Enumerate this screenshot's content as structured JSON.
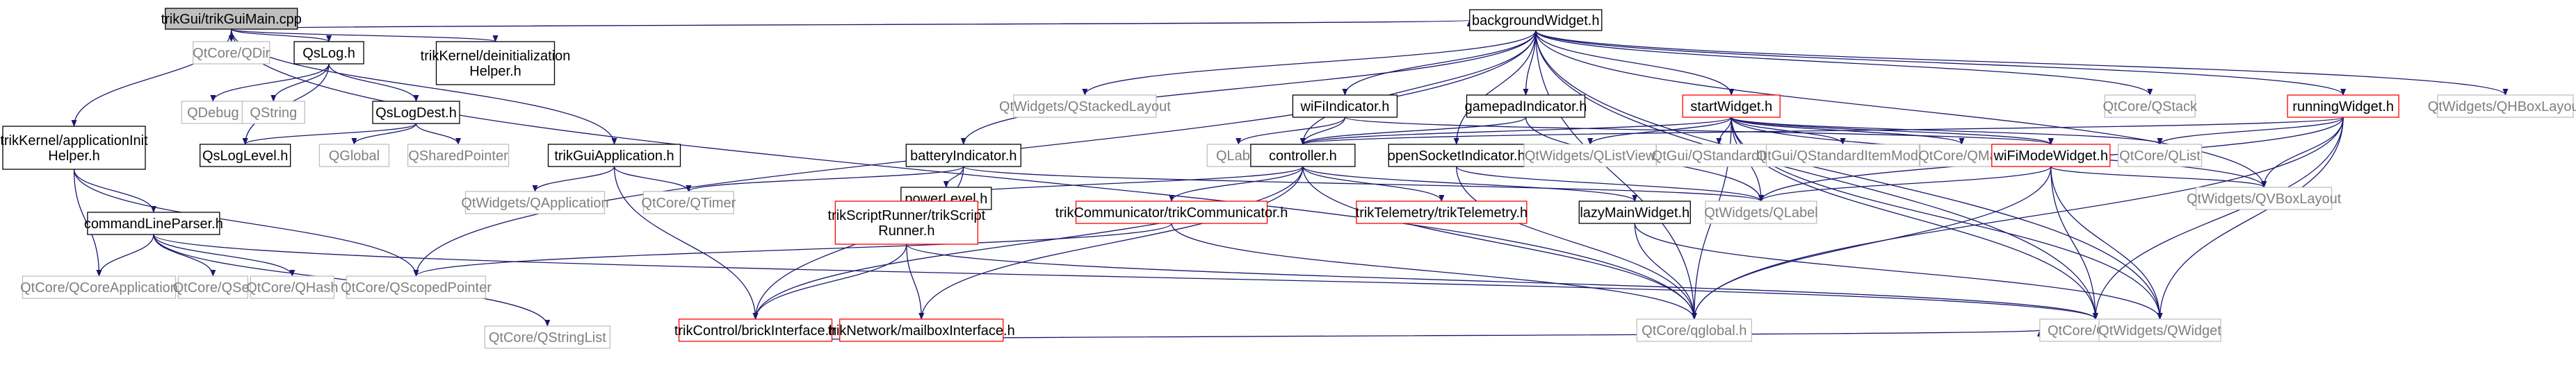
{
  "colors": {
    "edge": "#191970",
    "border_default": "#000000",
    "border_external": "#bfbfbf",
    "border_broken": "#ff0000",
    "fill_root": "#bfbfbf",
    "fill_default": "#ffffff",
    "text_default": "#000000",
    "text_external": "#7f7f7f"
  },
  "nodes": [
    {
      "id": "root",
      "lines": [
        "trikGui/trikGuiMain.cpp"
      ],
      "style": "root"
    },
    {
      "id": "qdir",
      "lines": [
        "QtCore/QDir"
      ],
      "style": "external"
    },
    {
      "id": "qslog",
      "lines": [
        "QsLog.h"
      ],
      "style": "default"
    },
    {
      "id": "deinit",
      "lines": [
        "trikKernel/deinitialization",
        "Helper.h"
      ],
      "style": "default"
    },
    {
      "id": "appinit",
      "lines": [
        "trikKernel/applicationInit",
        "Helper.h"
      ],
      "style": "default"
    },
    {
      "id": "qdebug",
      "lines": [
        "QDebug"
      ],
      "style": "external"
    },
    {
      "id": "qstring",
      "lines": [
        "QString"
      ],
      "style": "external"
    },
    {
      "id": "qslogdest",
      "lines": [
        "QsLogDest.h"
      ],
      "style": "default"
    },
    {
      "id": "qsloglevel",
      "lines": [
        "QsLogLevel.h"
      ],
      "style": "default"
    },
    {
      "id": "qglobal",
      "lines": [
        "QGlobal"
      ],
      "style": "external"
    },
    {
      "id": "qsharedptr",
      "lines": [
        "QSharedPointer"
      ],
      "style": "external"
    },
    {
      "id": "trikguiapp",
      "lines": [
        "trikGuiApplication.h"
      ],
      "style": "default"
    },
    {
      "id": "qapplication",
      "lines": [
        "QtWidgets/QApplication"
      ],
      "style": "external"
    },
    {
      "id": "qtimer",
      "lines": [
        "QtCore/QTimer"
      ],
      "style": "external"
    },
    {
      "id": "cmdparser",
      "lines": [
        "commandLineParser.h"
      ],
      "style": "default"
    },
    {
      "id": "qcoreapp",
      "lines": [
        "QtCore/QCoreApplication"
      ],
      "style": "external"
    },
    {
      "id": "qset",
      "lines": [
        "QtCore/QSet"
      ],
      "style": "external"
    },
    {
      "id": "qhash",
      "lines": [
        "QtCore/QHash"
      ],
      "style": "external"
    },
    {
      "id": "qscopedptr",
      "lines": [
        "QtCore/QScopedPointer"
      ],
      "style": "external"
    },
    {
      "id": "qstringlist",
      "lines": [
        "QtCore/QStringList"
      ],
      "style": "external"
    },
    {
      "id": "bgwidget",
      "lines": [
        "backgroundWidget.h"
      ],
      "style": "default"
    },
    {
      "id": "qstackedlayout",
      "lines": [
        "QtWidgets/QStackedLayout"
      ],
      "style": "external"
    },
    {
      "id": "wifiind",
      "lines": [
        "wiFiIndicator.h"
      ],
      "style": "default"
    },
    {
      "id": "gamepadind",
      "lines": [
        "gamepadIndicator.h"
      ],
      "style": "default"
    },
    {
      "id": "startwidget",
      "lines": [
        "startWidget.h"
      ],
      "style": "broken"
    },
    {
      "id": "runningwidget",
      "lines": [
        "runningWidget.h"
      ],
      "style": "broken"
    },
    {
      "id": "qstack",
      "lines": [
        "QtCore/QStack"
      ],
      "style": "external"
    },
    {
      "id": "qhboxlayout",
      "lines": [
        "QtWidgets/QHBoxLayout"
      ],
      "style": "external"
    },
    {
      "id": "batteryind",
      "lines": [
        "batteryIndicator.h"
      ],
      "style": "default"
    },
    {
      "id": "qlabel_plain",
      "lines": [
        "QLabel"
      ],
      "style": "external"
    },
    {
      "id": "controller",
      "lines": [
        "controller.h"
      ],
      "style": "default"
    },
    {
      "id": "opensocket",
      "lines": [
        "openSocketIndicator.h"
      ],
      "style": "default"
    },
    {
      "id": "qlistview",
      "lines": [
        "QtWidgets/QListView"
      ],
      "style": "external"
    },
    {
      "id": "qstandarditem",
      "lines": [
        "QtGui/QStandardItem"
      ],
      "style": "external"
    },
    {
      "id": "qstandarditemmodel",
      "lines": [
        "QtGui/QStandardItemModel"
      ],
      "style": "external"
    },
    {
      "id": "qmap",
      "lines": [
        "QtCore/QMap"
      ],
      "style": "external"
    },
    {
      "id": "wifimode",
      "lines": [
        "wiFiModeWidget.h"
      ],
      "style": "broken"
    },
    {
      "id": "qlist",
      "lines": [
        "QtCore/QList"
      ],
      "style": "external"
    },
    {
      "id": "qvboxlayout",
      "lines": [
        "QtWidgets/QVBoxLayout"
      ],
      "style": "external"
    },
    {
      "id": "powerlevel",
      "lines": [
        "powerLevel.h"
      ],
      "style": "default"
    },
    {
      "id": "scriptrunner",
      "lines": [
        "trikScriptRunner/trikScript",
        "Runner.h"
      ],
      "style": "broken"
    },
    {
      "id": "trikcomm",
      "lines": [
        "trikCommunicator/trikCommunicator.h"
      ],
      "style": "broken"
    },
    {
      "id": "triktelemetry",
      "lines": [
        "trikTelemetry/trikTelemetry.h"
      ],
      "style": "broken"
    },
    {
      "id": "lazymain",
      "lines": [
        "lazyMainWidget.h"
      ],
      "style": "default"
    },
    {
      "id": "qtlabel",
      "lines": [
        "QtWidgets/QLabel"
      ],
      "style": "external"
    },
    {
      "id": "brickinterface",
      "lines": [
        "trikControl/brickInterface.h"
      ],
      "style": "broken"
    },
    {
      "id": "mailbox",
      "lines": [
        "trikNetwork/mailboxInterface.h"
      ],
      "style": "broken"
    },
    {
      "id": "qtglobal",
      "lines": [
        "QtCore/qglobal.h"
      ],
      "style": "external"
    },
    {
      "id": "qtstring",
      "lines": [
        "QtCore/QString"
      ],
      "style": "external"
    },
    {
      "id": "qwidget",
      "lines": [
        "QtWidgets/QWidget"
      ],
      "style": "external"
    }
  ],
  "edges": [
    [
      "root",
      "qdir"
    ],
    [
      "root",
      "qslog"
    ],
    [
      "root",
      "deinit"
    ],
    [
      "root",
      "appinit"
    ],
    [
      "root",
      "trikguiapp"
    ],
    [
      "root",
      "bgwidget"
    ],
    [
      "root",
      "qtglobal"
    ],
    [
      "qslog",
      "qdebug"
    ],
    [
      "qslog",
      "qstring"
    ],
    [
      "qslog",
      "qslogdest"
    ],
    [
      "qslog",
      "qsloglevel"
    ],
    [
      "qslogdest",
      "qsloglevel"
    ],
    [
      "qslogdest",
      "qglobal"
    ],
    [
      "qslogdest",
      "qsharedptr"
    ],
    [
      "appinit",
      "cmdparser"
    ],
    [
      "appinit",
      "qcoreapp"
    ],
    [
      "appinit",
      "qscopedptr"
    ],
    [
      "cmdparser",
      "qcoreapp"
    ],
    [
      "cmdparser",
      "qset"
    ],
    [
      "cmdparser",
      "qhash"
    ],
    [
      "cmdparser",
      "qtstring"
    ],
    [
      "cmdparser",
      "qstringlist"
    ],
    [
      "trikguiapp",
      "qapplication"
    ],
    [
      "trikguiapp",
      "qtimer"
    ],
    [
      "trikguiapp",
      "brickinterface"
    ],
    [
      "bgwidget",
      "qstackedlayout"
    ],
    [
      "bgwidget",
      "wifiind"
    ],
    [
      "bgwidget",
      "gamepadind"
    ],
    [
      "bgwidget",
      "batteryind"
    ],
    [
      "bgwidget",
      "controller"
    ],
    [
      "bgwidget",
      "opensocket"
    ],
    [
      "bgwidget",
      "startwidget"
    ],
    [
      "bgwidget",
      "runningwidget"
    ],
    [
      "bgwidget",
      "qstack"
    ],
    [
      "bgwidget",
      "qhboxlayout"
    ],
    [
      "bgwidget",
      "qvboxlayout"
    ],
    [
      "bgwidget",
      "qtglobal"
    ],
    [
      "bgwidget",
      "qtstring"
    ],
    [
      "bgwidget",
      "qscopedptr"
    ],
    [
      "bgwidget",
      "qwidget"
    ],
    [
      "wifiind",
      "qlabel_plain"
    ],
    [
      "wifiind",
      "controller"
    ],
    [
      "wifiind",
      "wifimode"
    ],
    [
      "gamepadind",
      "controller"
    ],
    [
      "gamepadind",
      "qtlabel"
    ],
    [
      "batteryind",
      "qtlabel"
    ],
    [
      "batteryind",
      "qtimer"
    ],
    [
      "batteryind",
      "powerlevel"
    ],
    [
      "batteryind",
      "brickinterface"
    ],
    [
      "controller",
      "scriptrunner"
    ],
    [
      "controller",
      "trikcomm"
    ],
    [
      "controller",
      "triktelemetry"
    ],
    [
      "controller",
      "lazymain"
    ],
    [
      "controller",
      "mailbox"
    ],
    [
      "controller",
      "brickinterface"
    ],
    [
      "controller",
      "qtglobal"
    ],
    [
      "opensocket",
      "qtlabel"
    ],
    [
      "opensocket",
      "qtglobal"
    ],
    [
      "startwidget",
      "controller"
    ],
    [
      "startwidget",
      "qlistview"
    ],
    [
      "startwidget",
      "qstandarditem"
    ],
    [
      "startwidget",
      "qstandarditemmodel"
    ],
    [
      "startwidget",
      "qmap"
    ],
    [
      "startwidget",
      "wifimode"
    ],
    [
      "startwidget",
      "qlist"
    ],
    [
      "startwidget",
      "qvboxlayout"
    ],
    [
      "startwidget",
      "qtlabel"
    ],
    [
      "startwidget",
      "qtglobal"
    ],
    [
      "startwidget",
      "qtstring"
    ],
    [
      "startwidget",
      "qwidget"
    ],
    [
      "runningwidget",
      "controller"
    ],
    [
      "runningwidget",
      "qlist"
    ],
    [
      "runningwidget",
      "qvboxlayout"
    ],
    [
      "runningwidget",
      "qtlabel"
    ],
    [
      "runningwidget",
      "qtstring"
    ],
    [
      "runningwidget",
      "qwidget"
    ],
    [
      "runningwidget",
      "qtglobal"
    ],
    [
      "wifimode",
      "qtlabel"
    ],
    [
      "wifimode",
      "qvboxlayout"
    ],
    [
      "wifimode",
      "qtstring"
    ],
    [
      "wifimode",
      "qwidget"
    ],
    [
      "wifimode",
      "qtglobal"
    ],
    [
      "scriptrunner",
      "brickinterface"
    ],
    [
      "scriptrunner",
      "mailbox"
    ],
    [
      "scriptrunner",
      "qtstring"
    ],
    [
      "trikcomm",
      "qtglobal"
    ],
    [
      "trikcomm",
      "qscopedptr"
    ],
    [
      "lazymain",
      "qwidget"
    ],
    [
      "lazymain",
      "qtglobal"
    ],
    [
      "brickinterface",
      "qtstring"
    ]
  ]
}
